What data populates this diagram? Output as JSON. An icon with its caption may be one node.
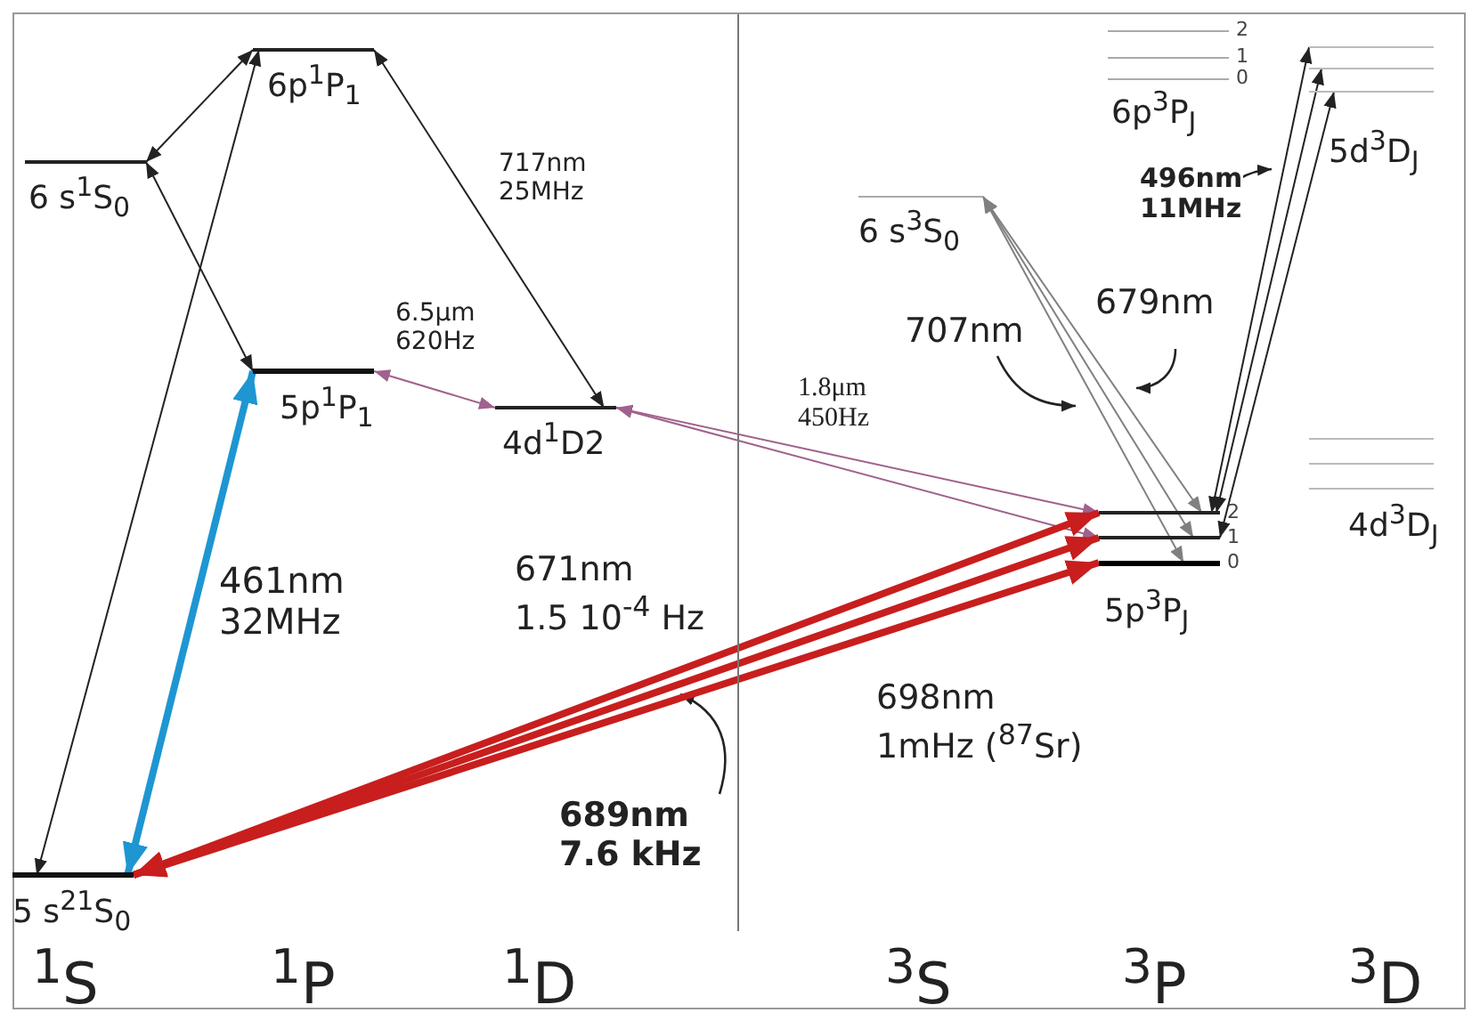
{
  "diagram": {
    "nodes": [
      {
        "text": [
          "6p$^{1}$P$_{1}$"
        ]
      },
      {
        "text": [
          "6 s$^{1}$S$_{0}$"
        ]
      },
      {
        "text": [
          "5p$^{1}$P$_{1}$"
        ]
      },
      {
        "text": [
          "4d$^{1}$D2"
        ]
      },
      {
        "text": [
          "5 s$^{21}$S$_{0}$"
        ]
      },
      {
        "text": [
          "6 s$^{3}$S$_{0}$"
        ]
      },
      {
        "text": [
          "6p$^{3}$P$_{J}$"
        ]
      },
      {
        "text": [
          "2"
        ],
        "in": 6
      },
      {
        "text": [
          "1"
        ],
        "in": 6
      },
      {
        "text": [
          "0"
        ],
        "in": 6
      },
      {
        "text": [
          "5d$^{3}$D$_{J}$"
        ]
      },
      {
        "text": [],
        "shape": "bar",
        "in": 10
      },
      {
        "text": [],
        "shape": "bar",
        "in": 10
      },
      {
        "text": [],
        "shape": "bar",
        "in": 10
      },
      {
        "text": [
          "5p$^{3}$P$_{J}$"
        ]
      },
      {
        "text": [
          "2"
        ],
        "in": 14
      },
      {
        "text": [
          "1"
        ],
        "in": 14
      },
      {
        "text": [
          "0"
        ],
        "in": 14
      },
      {
        "text": [
          "4d$^{3}$D$_{J}$"
        ]
      },
      {
        "text": [],
        "shape": "bar",
        "in": 18
      },
      {
        "text": [],
        "shape": "bar",
        "in": 18
      },
      {
        "text": [],
        "shape": "bar",
        "in": 18
      }
    ],
    "edges": [
      {
        "from": 1,
        "to": 0,
        "arrow": "both"
      },
      {
        "from": 1,
        "to": 2,
        "arrow": "both"
      },
      {
        "from": 4,
        "to": 0,
        "arrow": "both"
      },
      {
        "from": 0,
        "to": 3,
        "arrow": "both",
        "label": "717nm 25MHz"
      },
      {
        "from": 2,
        "to": 3,
        "arrow": "both",
        "label": "6.5μm 620Hz",
        "color": "#a0628c"
      },
      {
        "from": 3,
        "to": 15,
        "arrow": "both",
        "label": "1.8μm 450Hz",
        "color": "#a0628c"
      },
      {
        "from": 3,
        "to": 16,
        "arrow": "both",
        "color": "#a0628c"
      },
      {
        "from": 4,
        "to": 2,
        "arrow": "both",
        "label": "461nm 32MHz",
        "style": "thick",
        "color": "#1e96d2"
      },
      {
        "from": 4,
        "to": 15,
        "arrow": "both",
        "label": "671nm 1.5 10$^{-4}$ Hz",
        "style": "thick",
        "color": "#c81e1e"
      },
      {
        "from": 4,
        "to": 16,
        "arrow": "both",
        "label": "689nm 7.6 kHz",
        "style": "thick",
        "color": "#c81e1e"
      },
      {
        "from": 4,
        "to": 17,
        "arrow": "both",
        "label": "698nm 1mHz ($^{87}$Sr)",
        "style": "thick",
        "color": "#c81e1e"
      },
      {
        "from": 5,
        "to": 15,
        "arrow": "both",
        "label": "707nm",
        "color": "#808080"
      },
      {
        "from": 5,
        "to": 16,
        "arrow": "both",
        "color": "#808080"
      },
      {
        "from": 5,
        "to": 17,
        "arrow": "both",
        "label": "679nm",
        "color": "#808080"
      },
      {
        "from": 15,
        "to": 11,
        "arrow": "both",
        "label": "496nm 11MHz"
      },
      {
        "from": 15,
        "to": 12,
        "arrow": "both"
      },
      {
        "from": 16,
        "to": 13,
        "arrow": "both"
      }
    ],
    "labels": [
      "$^{1}$S",
      "$^{1}$P",
      "$^{1}$D",
      "$^{3}$S",
      "$^{3}$P",
      "$^{3}$D"
    ]
  }
}
